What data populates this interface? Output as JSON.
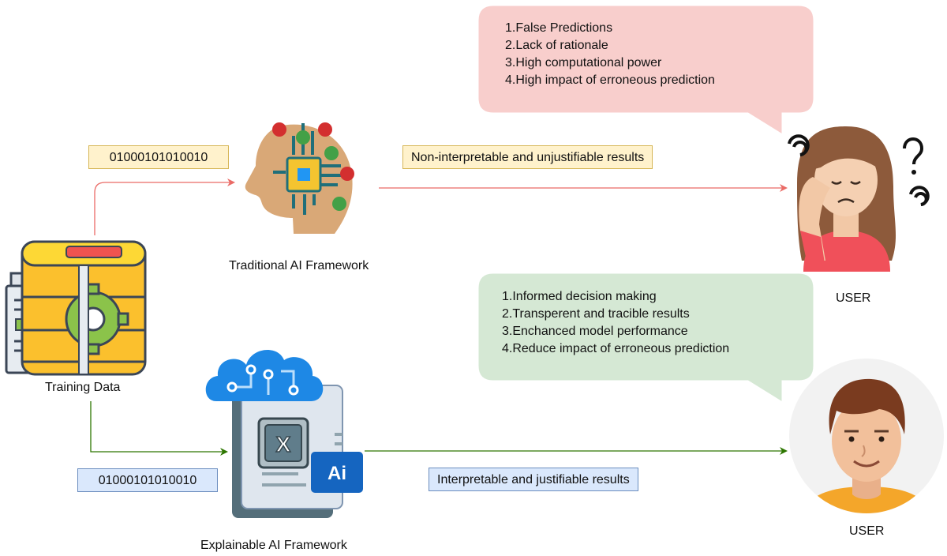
{
  "diagram": {
    "training_data_label": "Training Data",
    "traditional_label": "Traditional AI Framework",
    "explainable_label": "Explainable AI Framework",
    "binary_top": "01000101010010",
    "binary_bottom": "01000101010010",
    "top_result": "Non-interpretable and unjustifiable results",
    "bottom_result": "Interpretable and justifiable results",
    "user_top_label": "USER",
    "user_bottom_label": "USER",
    "xai_icon_letters": "Ai",
    "xai_x_glyph": "X",
    "problems": [
      "1.False Predictions",
      "2.Lack of rationale",
      "3.High computational power",
      "4.High impact of erroneous prediction"
    ],
    "benefits": [
      "1.Informed decision making",
      "2.Transperent and tracible results",
      "3.Enchanced model performance",
      "4.Reduce impact of erroneous prediction"
    ],
    "colors": {
      "red_arrow": "#ea6b66",
      "green_arrow": "#2d7600",
      "problem_bubble": "#f8cecc",
      "benefit_bubble": "#d5e8d4"
    }
  }
}
